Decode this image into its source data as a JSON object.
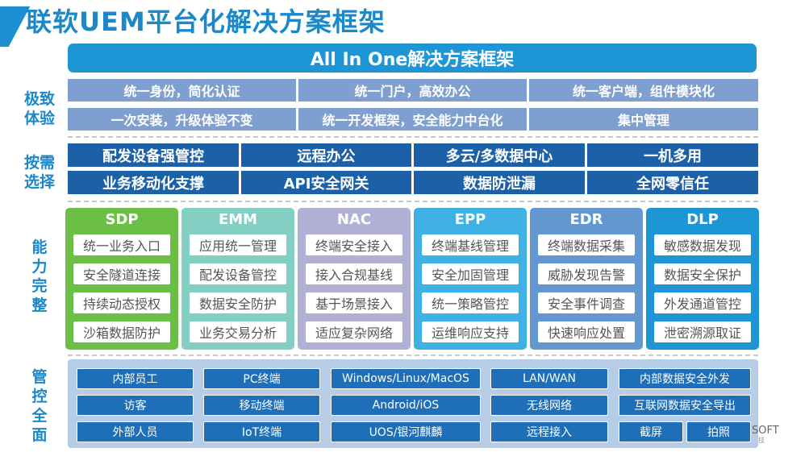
{
  "title": "联软UEM平台化解决方案框架",
  "banner": "All In One解决方案框架",
  "side_labels": {
    "experience": [
      "极致",
      "体验"
    ],
    "demand": [
      "按需",
      "选择"
    ],
    "capability": [
      "能",
      "力",
      "完",
      "整"
    ],
    "control": [
      "管",
      "控",
      "全",
      "面"
    ]
  },
  "experience": [
    "统一身份，简化认证",
    "统一门户，高效办公",
    "统一客户端，组件模块化",
    "一次安装，升级体验不变",
    "统一开发框架，安全能力中台化",
    "集中管理"
  ],
  "demand": [
    "配发设备强管控",
    "远程办公",
    "多云/多数据中心",
    "一机多用",
    "业务移动化支撑",
    "API安全网关",
    "数据防泄漏",
    "全网零信任"
  ],
  "columns": [
    {
      "name": "SDP",
      "color": "#6cbf45",
      "items": [
        "统一业务入口",
        "安全隧道连接",
        "持续动态授权",
        "沙箱数据防护"
      ]
    },
    {
      "name": "EMM",
      "color": "#83cfc3",
      "items": [
        "应用统一管理",
        "配发设备管控",
        "数据安全防护",
        "业务交易分析"
      ]
    },
    {
      "name": "NAC",
      "color": "#b3b0d6",
      "items": [
        "终端安全接入",
        "接入合规基线",
        "基于场景接入",
        "适应复杂网络"
      ]
    },
    {
      "name": "EPP",
      "color": "#3fb1e4",
      "items": [
        "终端基线管理",
        "安全加固管理",
        "统一策略管控",
        "运维响应支持"
      ]
    },
    {
      "name": "EDR",
      "color": "#6397d0",
      "items": [
        "终端数据采集",
        "威胁发现告警",
        "安全事件调查",
        "快速响应处置"
      ]
    },
    {
      "name": "DLP",
      "color": "#1e96d5",
      "items": [
        "敏感数据发现",
        "数据安全保护",
        "外发通道管控",
        "泄密溯源取证"
      ]
    }
  ],
  "management": {
    "users": [
      "内部员工",
      "访客",
      "外部人员"
    ],
    "terminals": [
      "PC终端",
      "移动终端",
      "IoT终端"
    ],
    "os": [
      "Windows/Linux/MacOS",
      "Android/iOS",
      "UOS/银河麒麟"
    ],
    "network": [
      "LAN/WAN",
      "无线网络",
      "远程接入"
    ],
    "data": [
      "内部数据安全外发",
      "互联网数据安全导出",
      "截屏",
      "拍照"
    ]
  },
  "brand": "SOFT",
  "brand_sub": "技"
}
